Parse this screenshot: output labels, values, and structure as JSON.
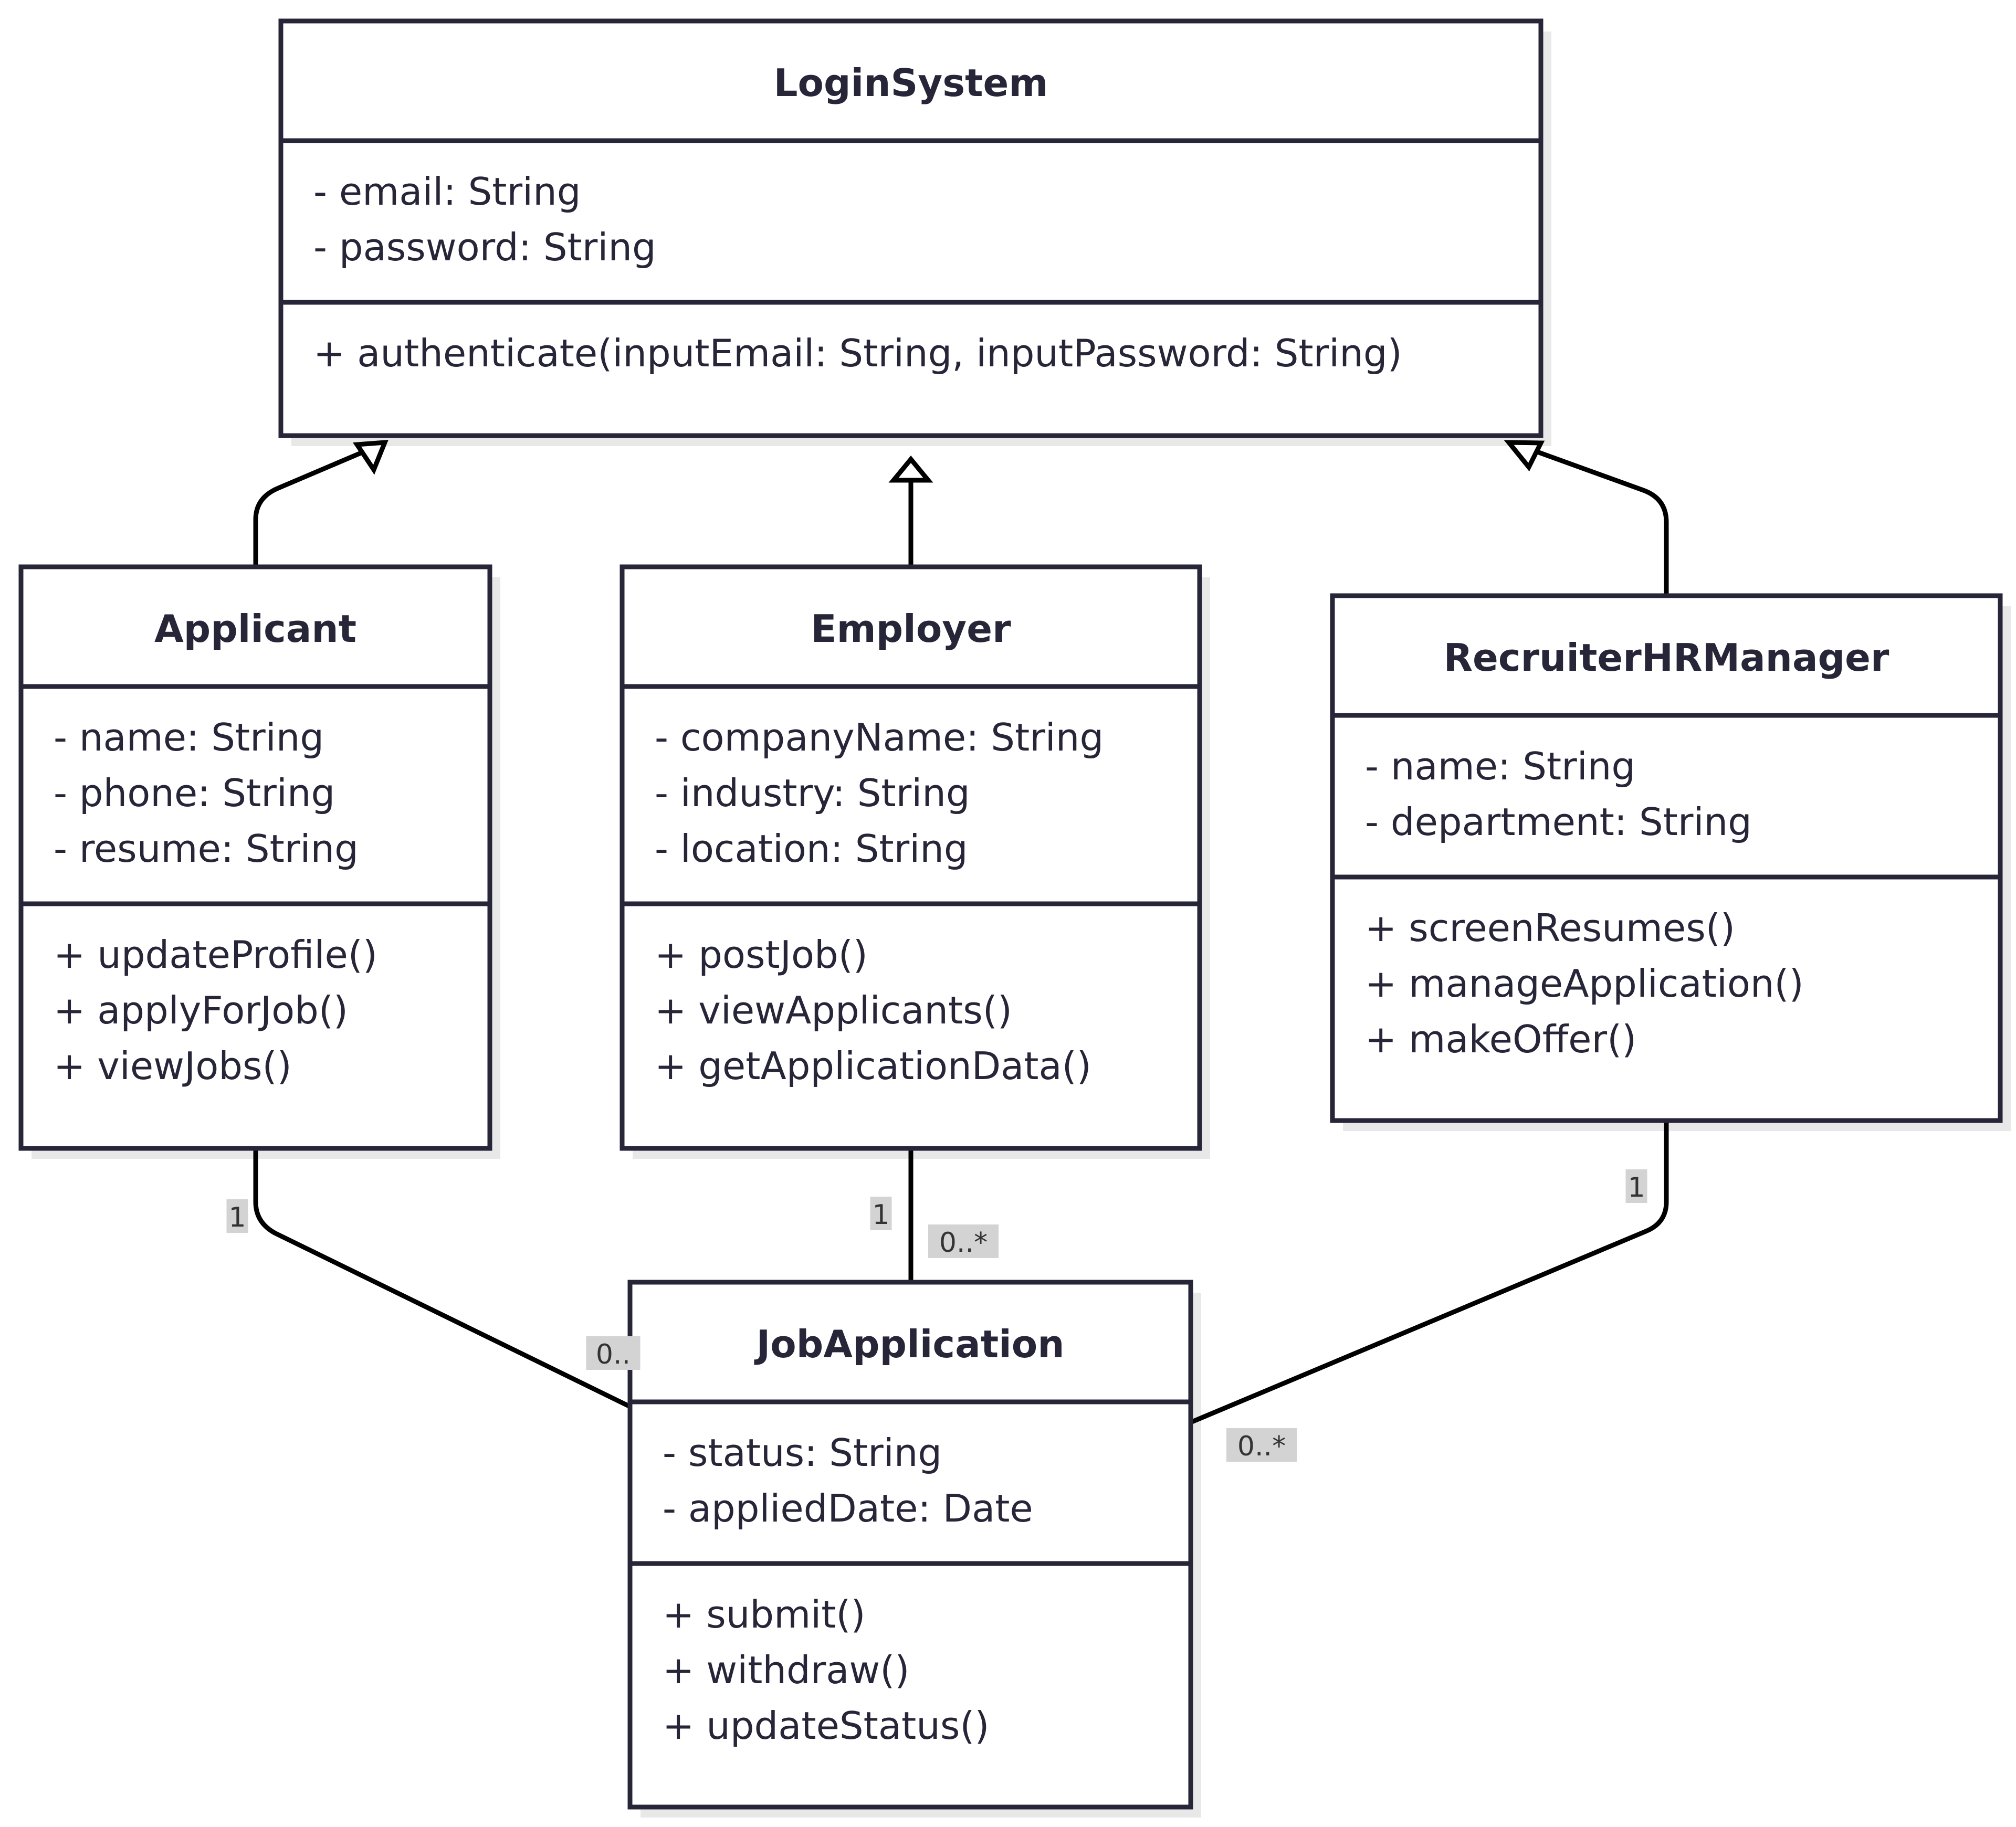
{
  "classes": [
    {
      "id": "loginsystem",
      "name": "LoginSystem",
      "attributes": [
        "- email: String",
        "- password: String"
      ],
      "methods": [
        "+ authenticate(inputEmail: String, inputPassword: String)"
      ]
    },
    {
      "id": "applicant",
      "name": "Applicant",
      "attributes": [
        "- name: String",
        "- phone: String",
        "- resume: String"
      ],
      "methods": [
        "+ updateProfile()",
        "+ applyForJob()",
        "+ viewJobs()"
      ]
    },
    {
      "id": "employer",
      "name": "Employer",
      "attributes": [
        "- companyName: String",
        "- industry: String",
        "- location: String"
      ],
      "methods": [
        "+ postJob()",
        "+ viewApplicants()",
        "+ getApplicationData()"
      ]
    },
    {
      "id": "recruiterhrmanager",
      "name": "RecruiterHRManager",
      "attributes": [
        "- name: String",
        "- department: String"
      ],
      "methods": [
        "+ screenResumes()",
        "+ manageApplication()",
        "+ makeOffer()"
      ]
    },
    {
      "id": "jobapplication",
      "name": "JobApplication",
      "attributes": [
        "- status: String",
        "- appliedDate: Date"
      ],
      "methods": [
        "+ submit()",
        "+ withdraw()",
        "+ updateStatus()"
      ]
    }
  ],
  "relations": [
    {
      "id": "applicant-inherits-loginsystem",
      "type": "inheritance",
      "from": "applicant",
      "to": "loginsystem"
    },
    {
      "id": "employer-inherits-loginsystem",
      "type": "inheritance",
      "from": "employer",
      "to": "loginsystem"
    },
    {
      "id": "recruiter-inherits-loginsystem",
      "type": "inheritance",
      "from": "recruiterhrmanager",
      "to": "loginsystem"
    },
    {
      "id": "applicant-jobapplication",
      "type": "association",
      "from": "applicant",
      "to": "jobapplication",
      "from_multiplicity": "1",
      "to_multiplicity": "0.."
    },
    {
      "id": "employer-jobapplication",
      "type": "association",
      "from": "employer",
      "to": "jobapplication",
      "from_multiplicity": "1",
      "to_multiplicity": "0..*"
    },
    {
      "id": "recruiter-jobapplication",
      "type": "association",
      "from": "recruiterhrmanager",
      "to": "jobapplication",
      "from_multiplicity": "1",
      "to_multiplicity": "0..*"
    }
  ]
}
